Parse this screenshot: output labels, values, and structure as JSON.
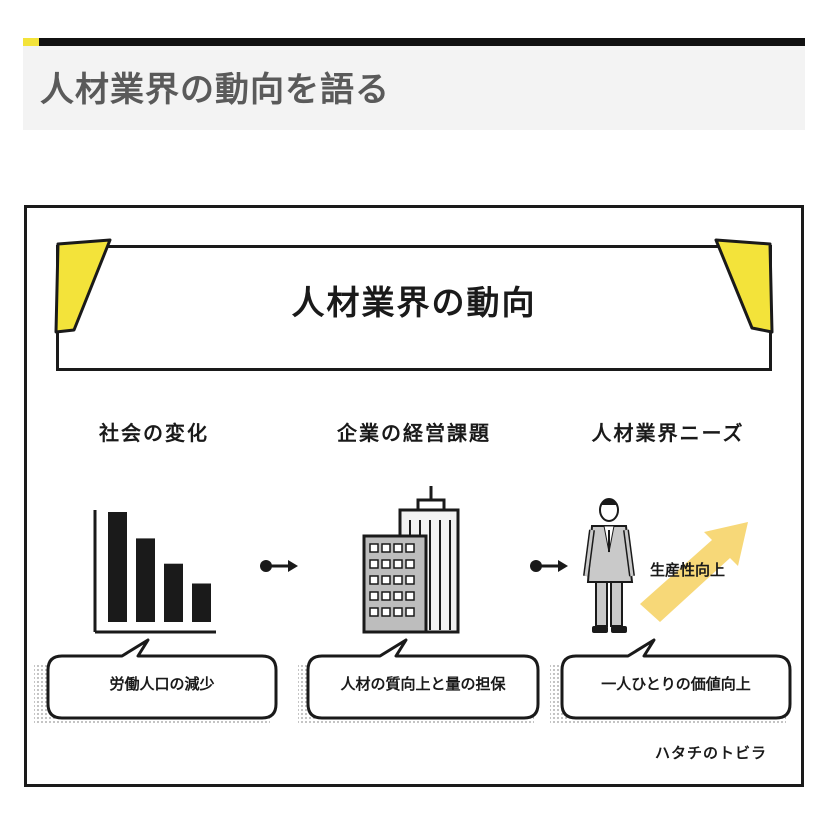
{
  "section": {
    "title": "人材業界の動向を語る",
    "accent_color": "#f3e33a"
  },
  "infographic": {
    "title": "人材業界の動向",
    "columns": [
      {
        "heading": "社会の変化",
        "caption": "労働人口の減少",
        "icon": "bar-chart-icon"
      },
      {
        "heading": "企業の経営課題",
        "caption": "人材の質向上と量の担保",
        "icon": "office-building-icon"
      },
      {
        "heading": "人材業界ニーズ",
        "caption": "一人ひとりの価値向上",
        "icon": "businessman-icon"
      }
    ],
    "growth_label": "生産性向上",
    "logo_text": "ハタチのトビラ"
  },
  "chart_data": {
    "type": "bar",
    "categories": [
      "",
      "",
      "",
      ""
    ],
    "values": [
      100,
      76,
      53,
      35
    ],
    "title": "",
    "xlabel": "",
    "ylabel": "",
    "ylim": [
      0,
      120
    ]
  }
}
